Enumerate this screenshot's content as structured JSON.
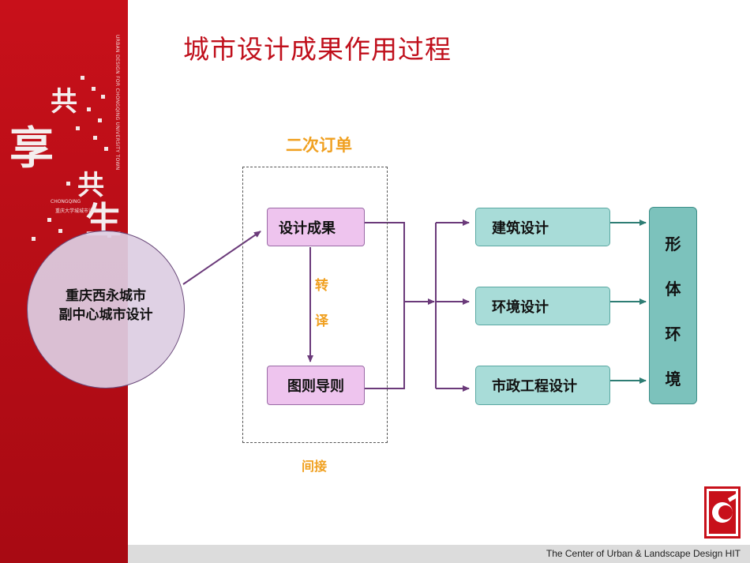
{
  "slide": {
    "title": "城市设计成果作用过程",
    "footer": "The Center of Urban & Landscape Design  HIT"
  },
  "banner": {
    "chars": [
      "共",
      "享",
      "共",
      "生"
    ],
    "vertical_text": "URBAN DESIGN FOR CHONGQING UNIVERSITY TOWN",
    "sub_text": "CHONGQING",
    "cn_text": "重庆大学城城市设计"
  },
  "diagram": {
    "source": {
      "line1": "重庆西永城市",
      "line2": "副中心城市设计"
    },
    "group_label": "二次订单",
    "indirect_label": "间接",
    "result_box": "设计成果",
    "translate_chars": [
      "转",
      "译"
    ],
    "guide_box": "图则导则",
    "targets": [
      "建筑设计",
      "环境设计",
      "市政工程设计"
    ],
    "outcome_chars": [
      "形",
      "体",
      "环",
      "境"
    ]
  },
  "colors": {
    "title": "#c0101c",
    "banner": "#c8101a",
    "accent_orange": "#f0a020",
    "pink_box": "#eec4ee",
    "teal_box": "#a8dcd8",
    "outcome_box": "#7cc2bc",
    "purple_line": "#6b3a7a",
    "teal_line": "#2e7d74"
  }
}
